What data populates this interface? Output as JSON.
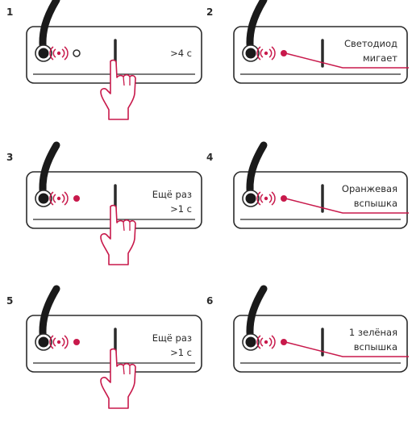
{
  "steps": [
    {
      "number": "1",
      "label_lines": [
        ">4 с"
      ],
      "led": "off",
      "hand": true,
      "callout": false
    },
    {
      "number": "2",
      "label_lines": [
        "Светодиод",
        "мигает"
      ],
      "led": "on",
      "hand": false,
      "callout": true
    },
    {
      "number": "3",
      "label_lines": [
        "Ещё раз",
        ">1 с"
      ],
      "led": "on",
      "hand": true,
      "callout": false
    },
    {
      "number": "4",
      "label_lines": [
        "Оранжевая",
        "вспышка"
      ],
      "led": "on",
      "hand": false,
      "callout": true
    },
    {
      "number": "5",
      "label_lines": [
        "Ещё раз",
        ">1 с"
      ],
      "led": "on",
      "hand": true,
      "callout": false
    },
    {
      "number": "6",
      "label_lines": [
        "1 зелёная",
        "вспышка"
      ],
      "led": "on",
      "hand": false,
      "callout": true
    }
  ],
  "colors": {
    "accent": "#c8194b",
    "stroke": "#2b2b2b",
    "cable": "#1a1a1a"
  }
}
